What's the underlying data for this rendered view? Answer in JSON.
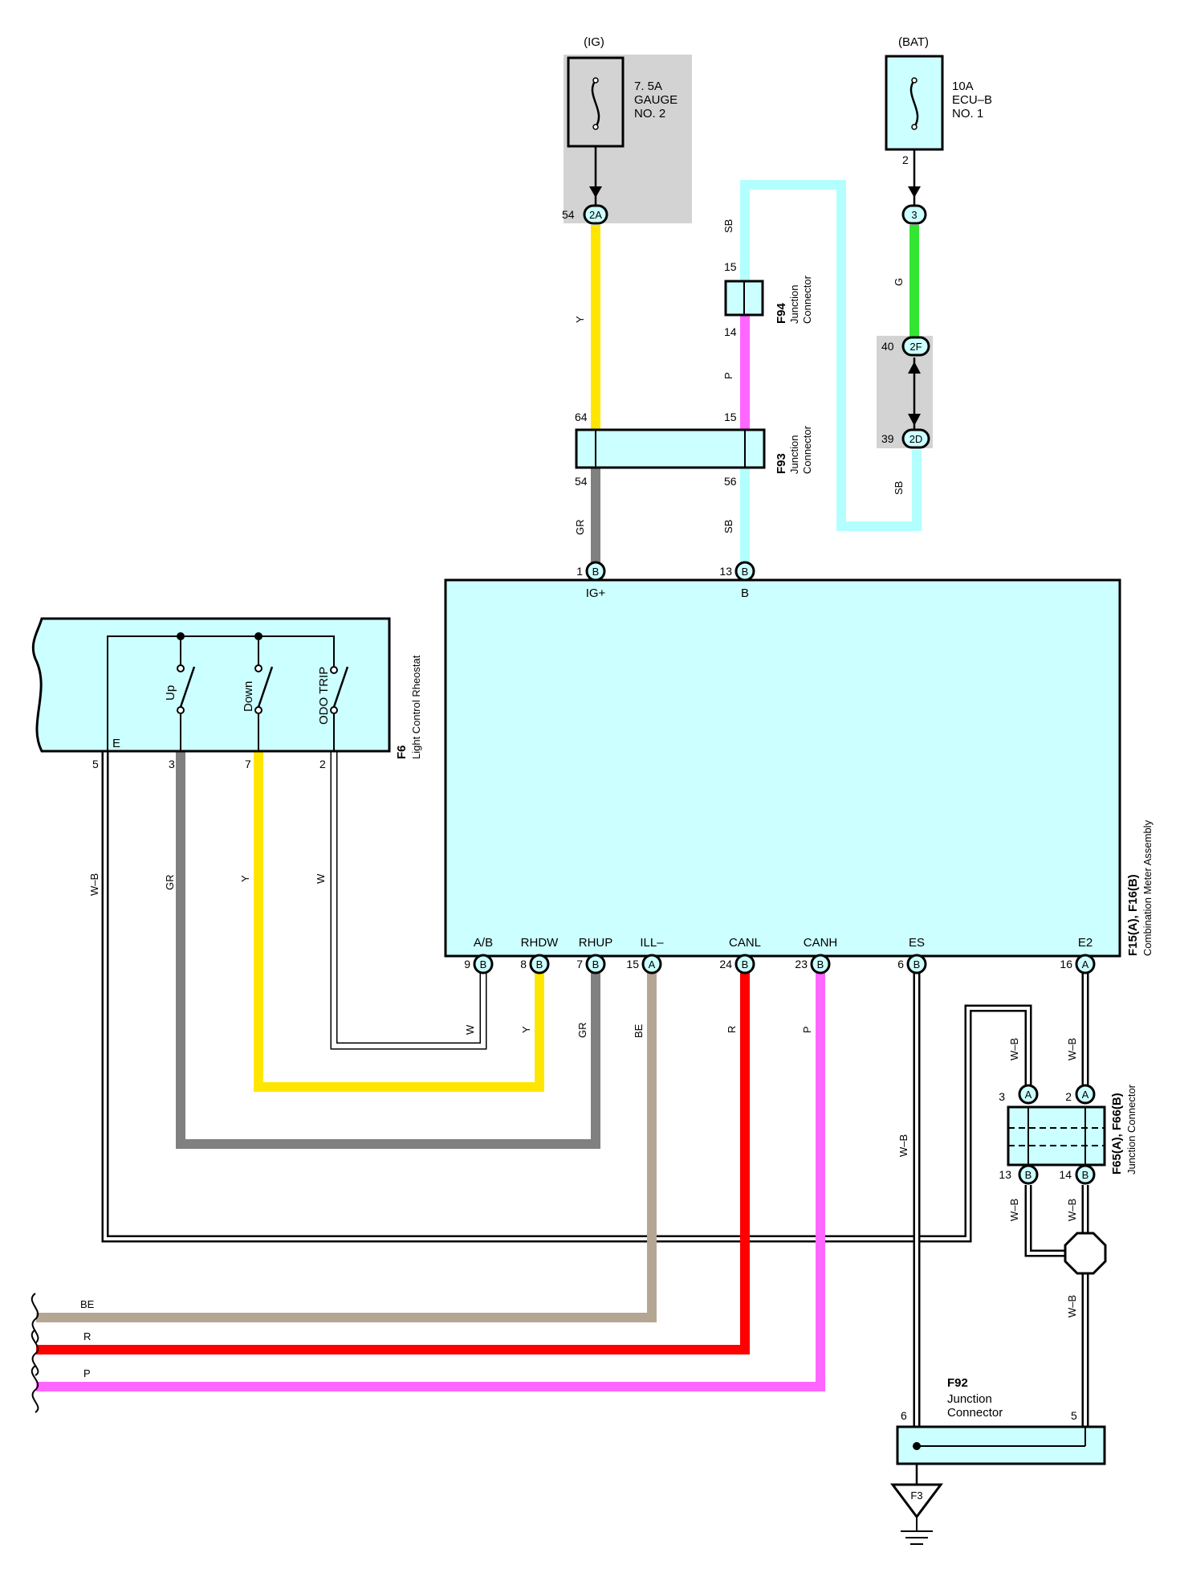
{
  "fuse_ig": {
    "supply": "(IG)",
    "rating": "7. 5A",
    "name_1": "GAUGE",
    "name_2": "NO. 2"
  },
  "fuse_bat": {
    "supply": "(BAT)",
    "rating": "10A",
    "name_1": "ECU–B",
    "name_2": "NO. 1",
    "pin": "2"
  },
  "connectors": {
    "c2A": {
      "code": "2A",
      "pin": "54"
    },
    "c3": {
      "code": "3"
    },
    "c2F": {
      "code": "2F",
      "pin": "40"
    },
    "c2D": {
      "code": "2D",
      "pin": "39"
    }
  },
  "f94": {
    "code": "F94",
    "name_1": "Junction",
    "name_2": "Connector",
    "pin_top": "15",
    "pin_bottom": "14"
  },
  "f93": {
    "code": "F93",
    "name_1": "Junction",
    "name_2": "Connector",
    "pin_tl": "64",
    "pin_tr": "15",
    "pin_bl": "54",
    "pin_br": "56"
  },
  "meter": {
    "code": "F15(A), F16(B)",
    "name": "Combination Meter Assembly",
    "pin_ig": {
      "num": "1",
      "conn": "B",
      "label": "IG+"
    },
    "pin_b": {
      "num": "13",
      "conn": "B",
      "label": "B"
    },
    "bottom_pins": [
      {
        "num": "9",
        "conn": "B",
        "label": "A/B"
      },
      {
        "num": "8",
        "conn": "B",
        "label": "RHDW"
      },
      {
        "num": "7",
        "conn": "B",
        "label": "RHUP"
      },
      {
        "num": "15",
        "conn": "A",
        "label": "ILL–"
      },
      {
        "num": "24",
        "conn": "B",
        "label": "CANL"
      },
      {
        "num": "23",
        "conn": "B",
        "label": "CANH"
      },
      {
        "num": "6",
        "conn": "B",
        "label": "ES"
      },
      {
        "num": "16",
        "conn": "A",
        "label": "E2"
      }
    ]
  },
  "rheostat": {
    "code": "F6",
    "name": "Light Control Rheostat",
    "ground_label": "E",
    "switches": [
      "Up",
      "Down",
      "ODO TRIP"
    ],
    "pins": [
      "5",
      "3",
      "7",
      "2"
    ]
  },
  "f65": {
    "code": "F65(A), F66(B)",
    "name": "Junction Connector",
    "pin_tl": {
      "num": "3",
      "conn": "A"
    },
    "pin_tr": {
      "num": "2",
      "conn": "A"
    },
    "pin_bl": {
      "num": "13",
      "conn": "B"
    },
    "pin_br": {
      "num": "14",
      "conn": "B"
    }
  },
  "f92": {
    "code": "F92",
    "name_1": "Junction",
    "name_2": "Connector",
    "pin_l": "6",
    "pin_r": "5"
  },
  "ground": {
    "code": "F3"
  },
  "wire_labels": {
    "y_top": "Y",
    "sb_top": "SB",
    "p_f94": "P",
    "g_bat": "G",
    "sb_right": "SB",
    "gr_ig": "GR",
    "sb_b": "SB",
    "wb_left": "W–B",
    "gr_left": "GR",
    "y_left": "Y",
    "w_left": "W",
    "w_ab": "W",
    "y_rhdw": "Y",
    "gr_rhup": "GR",
    "be_ill": "BE",
    "r_canl": "R",
    "p_canh": "P",
    "wb_es": "W–B",
    "wb_e2": "W–B",
    "wb_f65a3": "W–B",
    "wb_f65b13": "W–B",
    "wb_f65b14": "W–B",
    "wb_lower": "W–B",
    "be_out": "BE",
    "r_out": "R",
    "p_out": "P"
  },
  "colors": {
    "component_fill": "#ccffff",
    "fuse_bg": "#d3d3d3",
    "wire_y": "#ffe600",
    "wire_sb": "#b3ffff",
    "wire_p": "#ff66ff",
    "wire_g": "#33e633",
    "wire_gr": "#808080",
    "wire_r": "#ff0000",
    "wire_be": "#b5a694"
  }
}
